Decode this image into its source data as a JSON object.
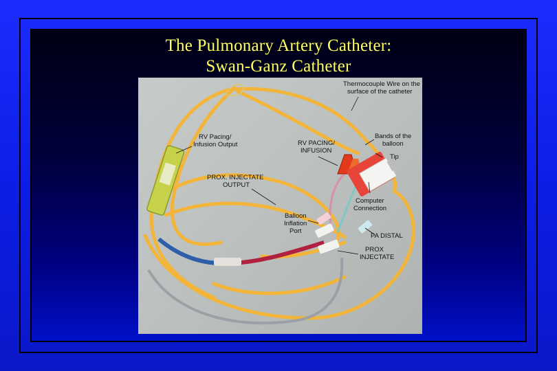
{
  "slide": {
    "title_line1": "The Pulmonary Artery Catheter:",
    "title_line2": "Swan-Ganz Catheter"
  },
  "photo": {
    "labels": {
      "thermocouple_1": "Thermocouple Wire on the",
      "thermocouple_2": "surface of the catheter",
      "bands_1": "Bands of the",
      "bands_2": "balloon",
      "tip": "Tip",
      "rv_pacing_infusion_output_1": "RV Pacing/",
      "rv_pacing_infusion_output_2": "Infusion Output",
      "rv_pacing_infusion_1": "RV PACING/",
      "rv_pacing_infusion_2": "INFUSION",
      "prox_injectate_output_1": "PROX. INJECTATE",
      "prox_injectate_output_2": "OUTPUT",
      "computer_connection_1": "Computer",
      "computer_connection_2": "Connection",
      "balloon_port_1": "Balloon",
      "balloon_port_2": "Inflation",
      "balloon_port_3": "Port",
      "pa_distal": "PA DISTAL",
      "prox_injectate_1": "PROX",
      "prox_injectate_2": "INJECTATE"
    }
  },
  "colors": {
    "title": "#ffff66",
    "catheter_yellow": "#f2b53a",
    "catheter_blue": "#2d5fa8",
    "catheter_red": "#b02040",
    "connector_red": "#e23a1a"
  }
}
